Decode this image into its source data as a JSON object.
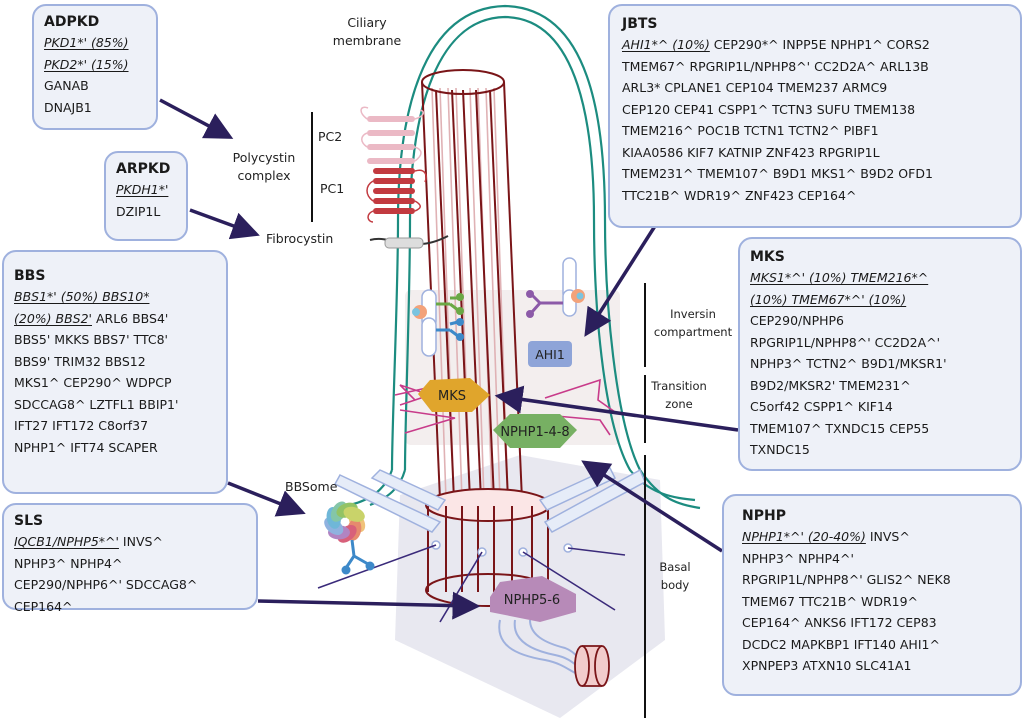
{
  "colors": {
    "box_fill": "#eef1f8",
    "box_border": "#9fb1de",
    "arrow": "#2b1f5c",
    "membrane": "#1c8c80",
    "microtubule_dark": "#7a1518",
    "microtubule_light": "#e0b2b5",
    "pc1": "#c23a40",
    "pc2": "#ebb9c5",
    "mks_hex": "#e0a52c",
    "nphp148_hex": "#77b063",
    "nphp56_hex": "#b78ab8",
    "ahi1_box": "#8ea4d8",
    "transition_fibers": "#aebde8",
    "y_links": "#c83b8a"
  },
  "boxes": {
    "adpkd": {
      "title": "ADPKD",
      "lines": [
        {
          "underlined": "PKD1*' (85%)",
          "rest": ""
        },
        {
          "underlined": "PKD2*'  (15%)",
          "rest": ""
        },
        {
          "underlined": "",
          "rest": "GANAB"
        },
        {
          "underlined": "",
          "rest": "DNAJB1"
        }
      ]
    },
    "arpkd": {
      "title": "ARPKD",
      "lines": [
        {
          "underlined": "PKDH1*'",
          "rest": ""
        },
        {
          "underlined": "",
          "rest": "DZIP1L"
        }
      ]
    },
    "bbs": {
      "title": "BBS",
      "lines": [
        {
          "underlined": "BBS1*' (50%) BBS10*",
          "rest": ""
        },
        {
          "underlined": "(20%) BBS2'",
          "rest": " ARL6 BBS4'"
        },
        {
          "underlined": "",
          "rest": "BBS5' MKKS BBS7' TTC8'"
        },
        {
          "underlined": "",
          "rest": "BBS9' TRIM32 BBS12"
        },
        {
          "underlined": "",
          "rest": "MKS1^ CEP290^ WDPCP"
        },
        {
          "underlined": "",
          "rest": "SDCCAG8^ LZTFL1 BBIP1'"
        },
        {
          "underlined": "",
          "rest": "IFT27 IFT172 C8orf37"
        },
        {
          "underlined": "",
          "rest": "NPHP1^ IFT74 SCAPER"
        }
      ]
    },
    "sls": {
      "title": "SLS",
      "lines": [
        {
          "underlined": "IQCB1/NPHP5*^'",
          "rest": " INVS^"
        },
        {
          "underlined": "",
          "rest": "NPHP3^ NPHP4^"
        },
        {
          "underlined": "",
          "rest": "CEP290/NPHP6^' SDCCAG8^"
        },
        {
          "underlined": "",
          "rest": "CEP164^"
        }
      ]
    },
    "jbts": {
      "title": "JBTS",
      "lines": [
        {
          "underlined": "AHI1*^ (10%)",
          "rest": " CEP290*^ INPP5E NPHP1^ CORS2"
        },
        {
          "underlined": "",
          "rest": "TMEM67^ RPGRIP1L/NPHP8^' CC2D2A^ ARL13B"
        },
        {
          "underlined": "",
          "rest": "ARL3* CPLANE1 CEP104 TMEM237 ARMC9"
        },
        {
          "underlined": "",
          "rest": "CEP120 CEP41 CSPP1^ TCTN3 SUFU TMEM138"
        },
        {
          "underlined": "",
          "rest": "TMEM216^ POC1B TCTN1 TCTN2^ PIBF1"
        },
        {
          "underlined": "",
          "rest": "KIAA0586 KIF7 KATNIP ZNF423 RPGRIP1L"
        },
        {
          "underlined": "",
          "rest": "TMEM231^ TMEM107^ B9D1 MKS1^ B9D2 OFD1"
        },
        {
          "underlined": "",
          "rest": "TTC21B^ WDR19^ ZNF423 CEP164^"
        }
      ]
    },
    "mks": {
      "title": "MKS",
      "lines": [
        {
          "underlined": "MKS1*^' (10%) TMEM216*^",
          "rest": ""
        },
        {
          "underlined": "(10%) TMEM67*^' (10%)",
          "rest": ""
        },
        {
          "underlined": "",
          "rest": "CEP290/NPHP6"
        },
        {
          "underlined": "",
          "rest": "RPGRIP1L/NPHP8^' CC2D2A^'"
        },
        {
          "underlined": "",
          "rest": "NPHP3^ TCTN2^ B9D1/MKSR1'"
        },
        {
          "underlined": "",
          "rest": "B9D2/MKSR2' TMEM231^"
        },
        {
          "underlined": "",
          "rest": "C5orf42 CSPP1^ KIF14"
        },
        {
          "underlined": "",
          "rest": "TMEM107^ TXNDC15 CEP55"
        },
        {
          "underlined": "",
          "rest": "TXNDC15"
        }
      ]
    },
    "nphp": {
      "title": "NPHP",
      "lines": [
        {
          "underlined": "NPHP1*^' (20-40%)",
          "rest": " INVS^"
        },
        {
          "underlined": "",
          "rest": "NPHP3^ NPHP4^'"
        },
        {
          "underlined": "",
          "rest": "RPGRIP1L/NPHP8^' GLIS2^ NEK8"
        },
        {
          "underlined": "",
          "rest": "TMEM67 TTC21B^ WDR19^"
        },
        {
          "underlined": "",
          "rest": "CEP164^ ANKS6 IFT172 CEP83"
        },
        {
          "underlined": "",
          "rest": "DCDC2 MAPKBP1 IFT140 AHI1^"
        },
        {
          "underlined": "",
          "rest": "XPNPEP3 ATXN10 SLC41A1"
        }
      ]
    }
  },
  "labels": {
    "ciliary_membrane": [
      "Ciliary",
      "membrane"
    ],
    "polycystin_complex": [
      "Polycystin",
      "complex"
    ],
    "pc2": "PC2",
    "pc1": "PC1",
    "fibrocystin": "Fibrocystin",
    "bbsome": "BBSome",
    "inversin_compartment": [
      "Inversin",
      "compartment"
    ],
    "transition_zone": [
      "Transition",
      "zone"
    ],
    "basal_body": [
      "Basal",
      "body"
    ]
  },
  "complexes": {
    "mks": "MKS",
    "nphp148": "NPHP1-4-8",
    "nphp56": "NPHP5-6",
    "ahi1": "AHI1"
  }
}
